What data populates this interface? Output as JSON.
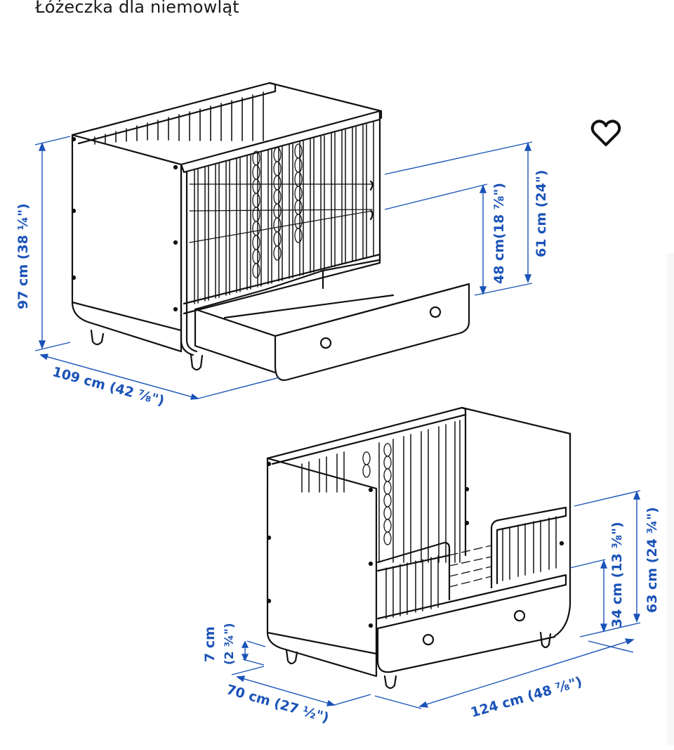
{
  "page": {
    "title": "Łóżeczka dla niemowląt"
  },
  "favorite": {
    "icon": "heart-outline-icon",
    "glyph": "♡"
  },
  "colors": {
    "dimension_blue": "#1a53b8",
    "line_black": "#111111",
    "background": "#ffffff"
  },
  "figures": {
    "crib": {
      "dimensions": {
        "height_total": "97 cm (38 ¼\")",
        "length": "109 cm (42 ⅞\")",
        "mattress_height_high": "61 cm (24\")",
        "mattress_height_low": "48 cm(18 ⅞\")"
      }
    },
    "toddler_bed": {
      "dimensions": {
        "leg_height": "7 cm",
        "leg_height_in": "(2 ¾\")",
        "width": "70 cm (27 ½\")",
        "length": "124 cm (48 ⅞\")",
        "total_height": "63 cm (24 ¾\")",
        "rail_height": "34 cm (13 ⅜\")"
      }
    }
  }
}
